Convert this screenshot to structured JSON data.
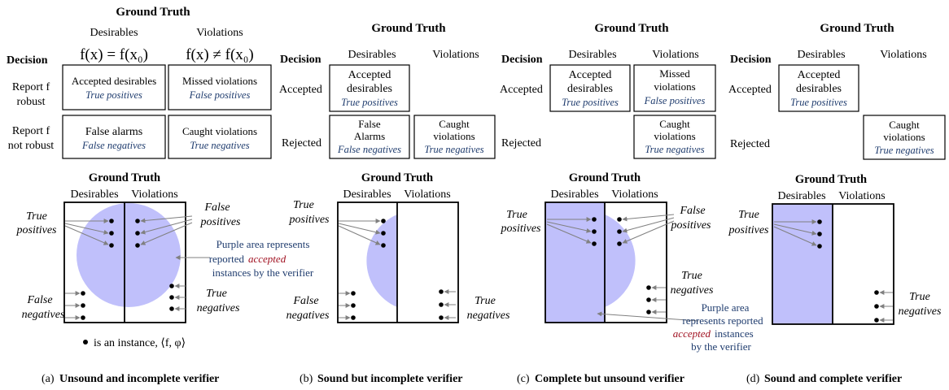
{
  "colors": {
    "accepted_fill": "#c0c0fb",
    "blue_text": "#1f3c6e",
    "red_text": "#a01020",
    "arrow": "#808080"
  },
  "common": {
    "ground_truth": "Ground Truth",
    "decision": "Decision",
    "desirables": "Desirables",
    "violations": "Violations",
    "accepted": "Accepted",
    "rejected": "Rejected"
  },
  "panel_a": {
    "eq_desirable": "f(x) = f(x₀)",
    "eq_violation": "f(x) ≠ f(x₀)",
    "row1_line1": "Report f",
    "row1_line2": "robust",
    "row2_line1": "Report f",
    "row2_line2": "not robust",
    "cells": [
      {
        "name": "accepted-desirables-cell",
        "line1": "Accepted desirables",
        "sub": "True positives"
      },
      {
        "name": "missed-violations-cell",
        "line1": "Missed violations",
        "sub": "False positives"
      },
      {
        "name": "false-alarms-cell",
        "line1": "False alarms",
        "sub": "False negatives"
      },
      {
        "name": "caught-violations-cell",
        "line1": "Caught violations",
        "sub": "True negatives"
      }
    ],
    "labels": {
      "true_positives": [
        "True",
        "positives"
      ],
      "false_positives": [
        "False",
        "positives"
      ],
      "false_negatives": [
        "False",
        "negatives"
      ],
      "true_negatives": [
        "True",
        "negatives"
      ]
    },
    "annotation": [
      "Purple area represents",
      "reported",
      "accepted",
      "instances by the verifier"
    ],
    "legend": "is an instance, ⟨f, φ⟩",
    "caption_prefix": "(a)",
    "caption_bold": "Unsound and incomplete verifier"
  },
  "panel_b": {
    "cells": [
      {
        "name": "accepted-desirables-cell",
        "lines": [
          "Accepted",
          "desirables"
        ],
        "sub": "True positives"
      },
      {
        "name": "false-alarms-cell",
        "lines": [
          "False",
          "Alarms"
        ],
        "sub": "False negatives"
      },
      {
        "name": "caught-violations-cell",
        "lines": [
          "Caught",
          "violations"
        ],
        "sub": "True negatives"
      }
    ],
    "labels": {
      "true_positives": [
        "True",
        "positives"
      ],
      "false_negatives": [
        "False",
        "negatives"
      ],
      "true_negatives": [
        "True",
        "negatives"
      ]
    },
    "caption_prefix": "(b)",
    "caption_bold": "Sound but incomplete verifier"
  },
  "panel_c": {
    "cells": [
      {
        "name": "accepted-desirables-cell",
        "lines": [
          "Accepted",
          "desirables"
        ],
        "sub": "True positives"
      },
      {
        "name": "missed-violations-cell",
        "lines": [
          "Missed",
          "violations"
        ],
        "sub": "False positives"
      },
      {
        "name": "caught-violations-cell",
        "lines": [
          "Caught",
          "violations"
        ],
        "sub": "True negatives"
      }
    ],
    "labels": {
      "true_positives": [
        "True",
        "positives"
      ],
      "false_positives": [
        "False",
        "positives"
      ],
      "true_negatives": [
        "True",
        "negatives"
      ]
    },
    "annotation": [
      "Purple area",
      "represents reported",
      "accepted",
      "instances",
      "by the verifier"
    ],
    "caption_prefix": "(c)",
    "caption_bold": "Complete but unsound verifier"
  },
  "panel_d": {
    "cells": [
      {
        "name": "accepted-desirables-cell",
        "lines": [
          "Accepted",
          "desirables"
        ],
        "sub": "True positives"
      },
      {
        "name": "caught-violations-cell",
        "lines": [
          "Caught",
          "violations"
        ],
        "sub": "True negatives"
      }
    ],
    "labels": {
      "true_positives": [
        "True",
        "positives"
      ],
      "true_negatives": [
        "True",
        "negatives"
      ]
    },
    "caption_prefix": "(d)",
    "caption_bold": "Sound and complete verifier"
  }
}
